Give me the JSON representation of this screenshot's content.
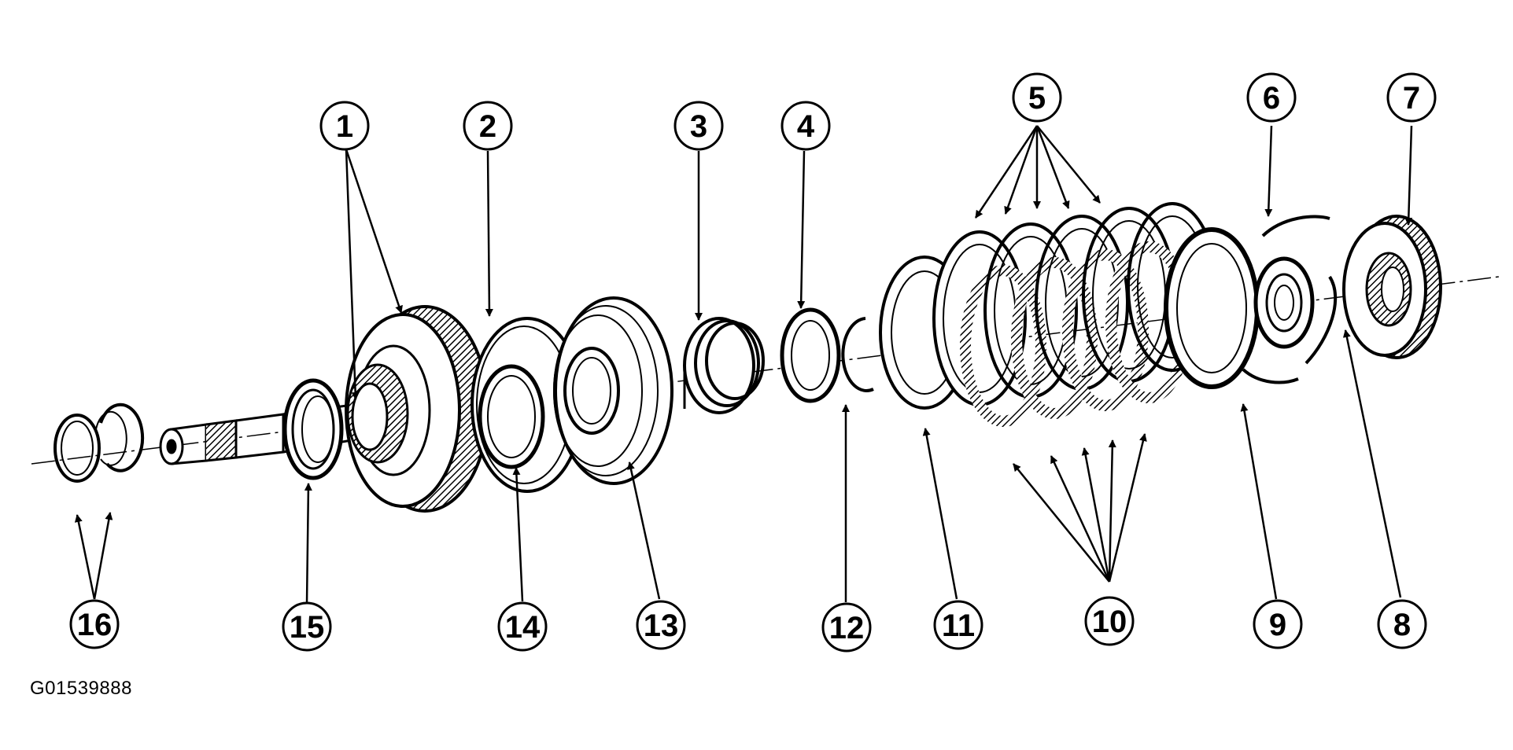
{
  "figure_id": "G01539888",
  "callouts": {
    "c1": "1",
    "c2": "2",
    "c3": "3",
    "c4": "4",
    "c5": "5",
    "c6": "6",
    "c7": "7",
    "c8": "8",
    "c9": "9",
    "c10": "10",
    "c11": "11",
    "c12": "12",
    "c13": "13",
    "c14": "14",
    "c15": "15",
    "c16": "16"
  },
  "colors": {
    "ink": "#000000",
    "background": "#ffffff"
  }
}
